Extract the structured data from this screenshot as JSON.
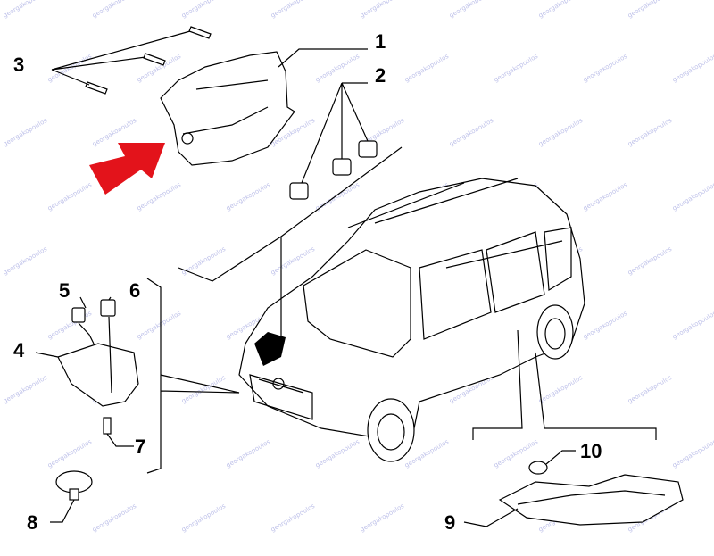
{
  "diagram": {
    "watermark": "georgakopoulos",
    "arrow_color": "#e3131b",
    "callouts": [
      "1",
      "2",
      "3",
      "4",
      "5",
      "6",
      "7",
      "8",
      "9",
      "10"
    ]
  }
}
